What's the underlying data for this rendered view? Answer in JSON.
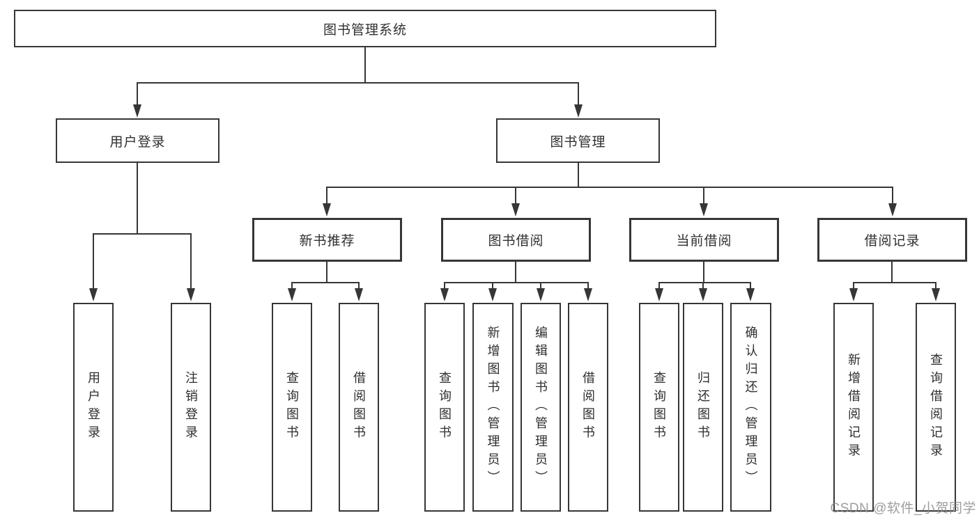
{
  "colors": {
    "line": "#363636",
    "text": "#2f2f2f",
    "box_background": "#ffffff",
    "watermark": "#8c8c8c",
    "background": "#ffffff"
  },
  "watermark": {
    "text": "CSDN @软件_小贺同学"
  },
  "tree": {
    "label": "图书管理系统",
    "children": [
      {
        "label": "用户登录",
        "children": [
          {
            "label": "用户登录"
          },
          {
            "label": "注销登录"
          }
        ]
      },
      {
        "label": "图书管理",
        "children": [
          {
            "label": "新书推荐",
            "children": [
              {
                "label": "查询图书"
              },
              {
                "label": "借阅图书"
              }
            ]
          },
          {
            "label": "图书借阅",
            "children": [
              {
                "label": "查询图书"
              },
              {
                "label": "新增图书（管理员）"
              },
              {
                "label": "编辑图书（管理员）"
              },
              {
                "label": "借阅图书"
              }
            ]
          },
          {
            "label": "当前借阅",
            "children": [
              {
                "label": "查询图书"
              },
              {
                "label": "归还图书"
              },
              {
                "label": "确认归还（管理员）"
              }
            ]
          },
          {
            "label": "借阅记录",
            "children": [
              {
                "label": "新增借阅记录"
              },
              {
                "label": "查询借阅记录"
              }
            ]
          }
        ]
      }
    ]
  }
}
